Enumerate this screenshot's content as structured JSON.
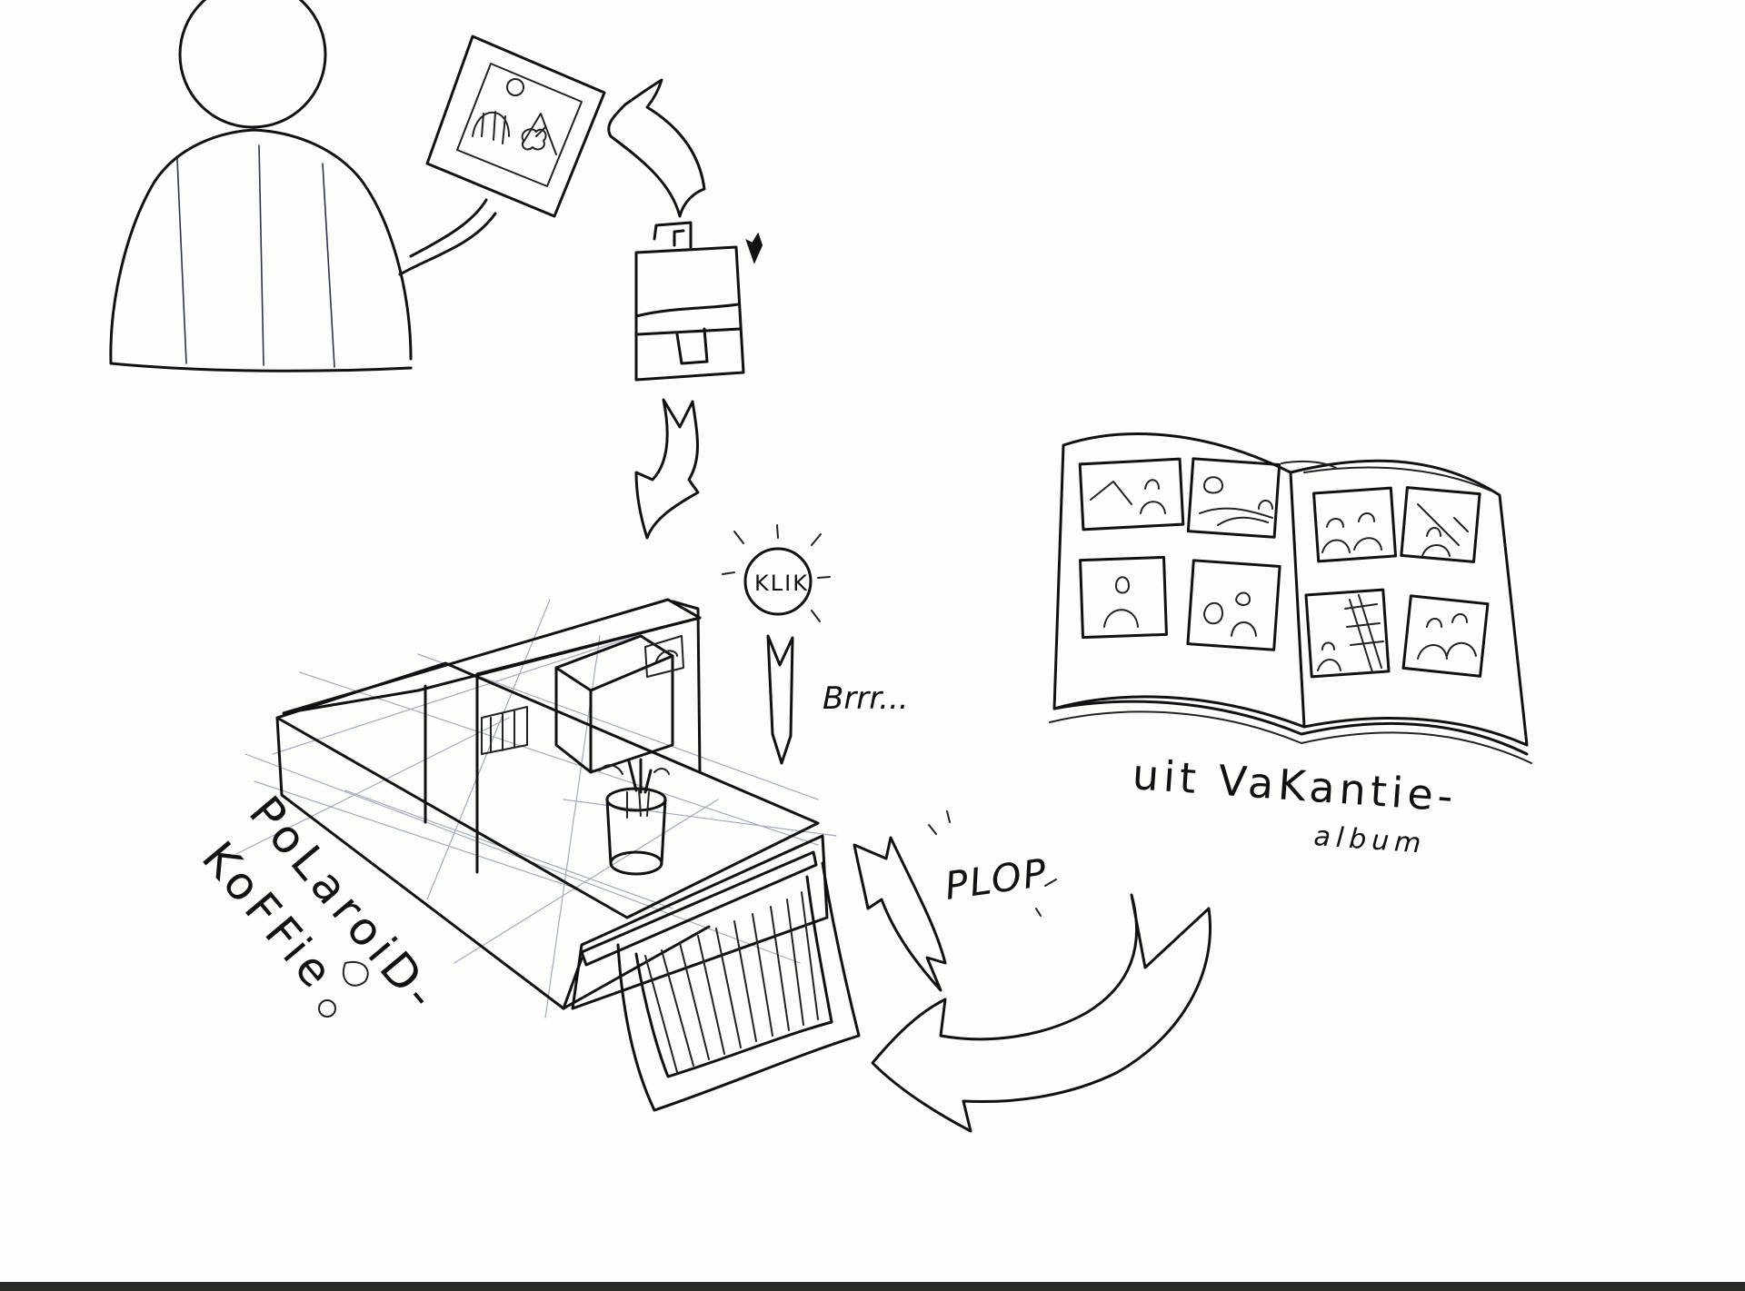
{
  "labels": {
    "klik": "KLIK",
    "brrr": "Brrr...",
    "plop": "PLOP",
    "polaroid_line1": "PoLaroiD-",
    "polaroid_line2": "KoFFie",
    "album_line1": "uit VaKantie-",
    "album_line2": "album"
  },
  "colors": {
    "ink": "#111111",
    "paper": "#fdfdfb",
    "construction_lines": "#5a6a8a",
    "paper_edge": "#2c2a26"
  }
}
